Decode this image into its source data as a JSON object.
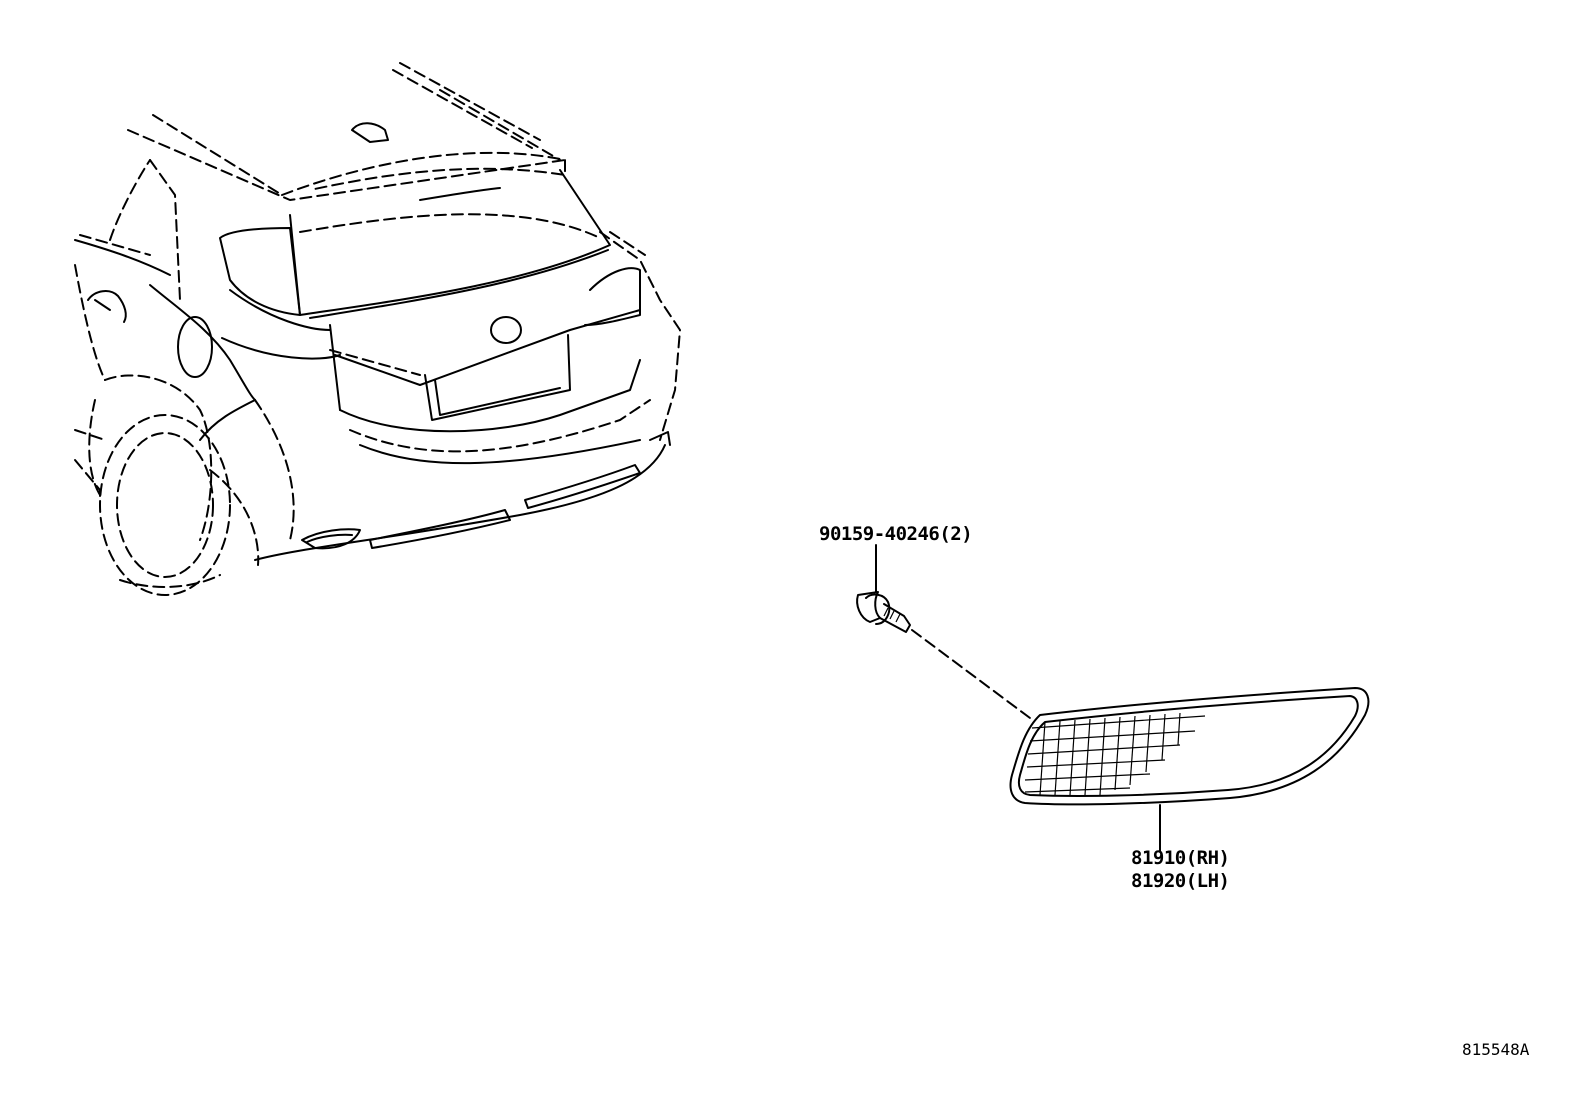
{
  "diagram": {
    "parts": [
      {
        "id": "bolt",
        "part_number": "90159-40246(2)"
      },
      {
        "id": "reflector",
        "part_numbers": [
          "81910(RH)",
          "81920(LH)"
        ]
      }
    ],
    "figure_code": "815548A"
  }
}
